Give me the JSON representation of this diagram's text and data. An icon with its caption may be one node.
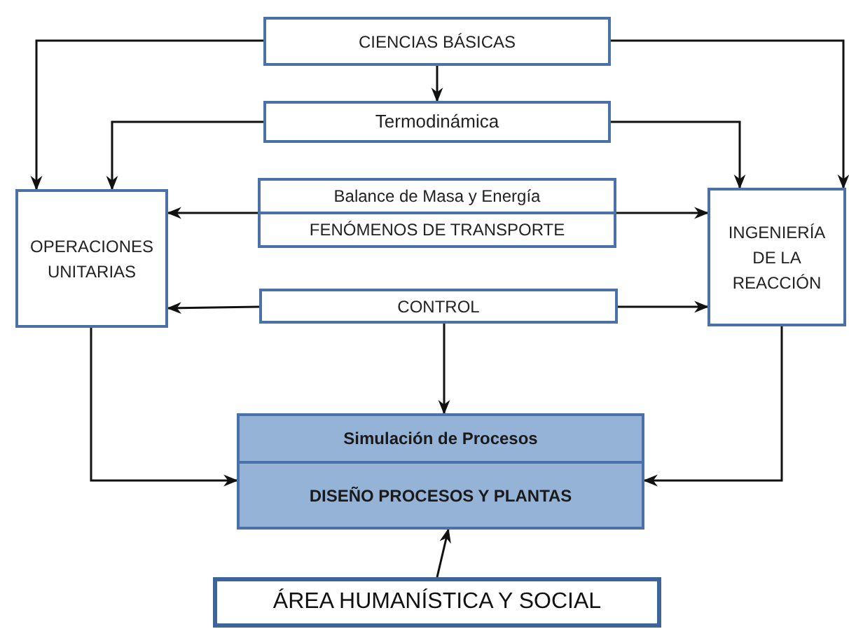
{
  "diagram": {
    "nodes": [
      {
        "text": [
          "CIENCIAS BÁSICAS"
        ]
      },
      {
        "text": [
          "Termodinámica"
        ]
      },
      {
        "text": [
          "OPERACIONES UNITARIAS"
        ]
      },
      {
        "text": [
          "Balance de Masa y Energía"
        ]
      },
      {
        "text": [
          "FENÓMENOS DE TRANSPORTE"
        ]
      },
      {
        "text": [
          "INGENIERÍA DE LA REACCIÓN"
        ]
      },
      {
        "text": [
          "CONTROL"
        ]
      },
      {
        "text": [
          "Simulación de Procesos"
        ]
      },
      {
        "text": [
          "DISEÑO PROCESOS Y PLANTAS"
        ]
      },
      {
        "text": [
          "ÁREA HUMANÍSTICA Y SOCIAL"
        ]
      }
    ],
    "edges": [
      {
        "from": 0,
        "to": 1,
        "arrow": "to"
      },
      {
        "from": 0,
        "to": 2,
        "arrow": "to"
      },
      {
        "from": 0,
        "to": 5,
        "arrow": "to"
      },
      {
        "from": 1,
        "to": 2,
        "arrow": "to"
      },
      {
        "from": 1,
        "to": 5,
        "arrow": "to"
      },
      {
        "from": 3,
        "to": 2,
        "arrow": "to"
      },
      {
        "from": 3,
        "to": 5,
        "arrow": "to"
      },
      {
        "from": 6,
        "to": 2,
        "arrow": "to"
      },
      {
        "from": 6,
        "to": 5,
        "arrow": "to"
      },
      {
        "from": 6,
        "to": 7,
        "arrow": "to"
      },
      {
        "from": 2,
        "to": 8,
        "arrow": "to"
      },
      {
        "from": 5,
        "to": 8,
        "arrow": "to"
      },
      {
        "from": 9,
        "to": 8,
        "arrow": "to"
      }
    ]
  }
}
